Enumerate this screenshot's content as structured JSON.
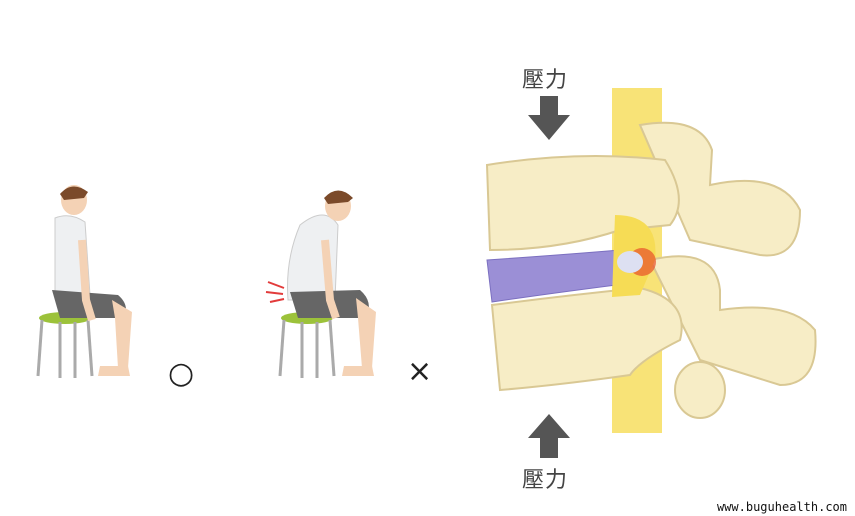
{
  "labels": {
    "pressure_top": "壓力",
    "pressure_bottom": "壓力"
  },
  "marks": {
    "good": "○",
    "bad": "×"
  },
  "watermark": "www.buguhealth.com",
  "colors": {
    "bone": "#f7edc6",
    "bone_outline": "#d9c894",
    "nerve": "#f6dc55",
    "disc": "#9b8fd6",
    "arrow": "#555555",
    "pain": "#e8502a",
    "stool": "#9cc23a"
  }
}
